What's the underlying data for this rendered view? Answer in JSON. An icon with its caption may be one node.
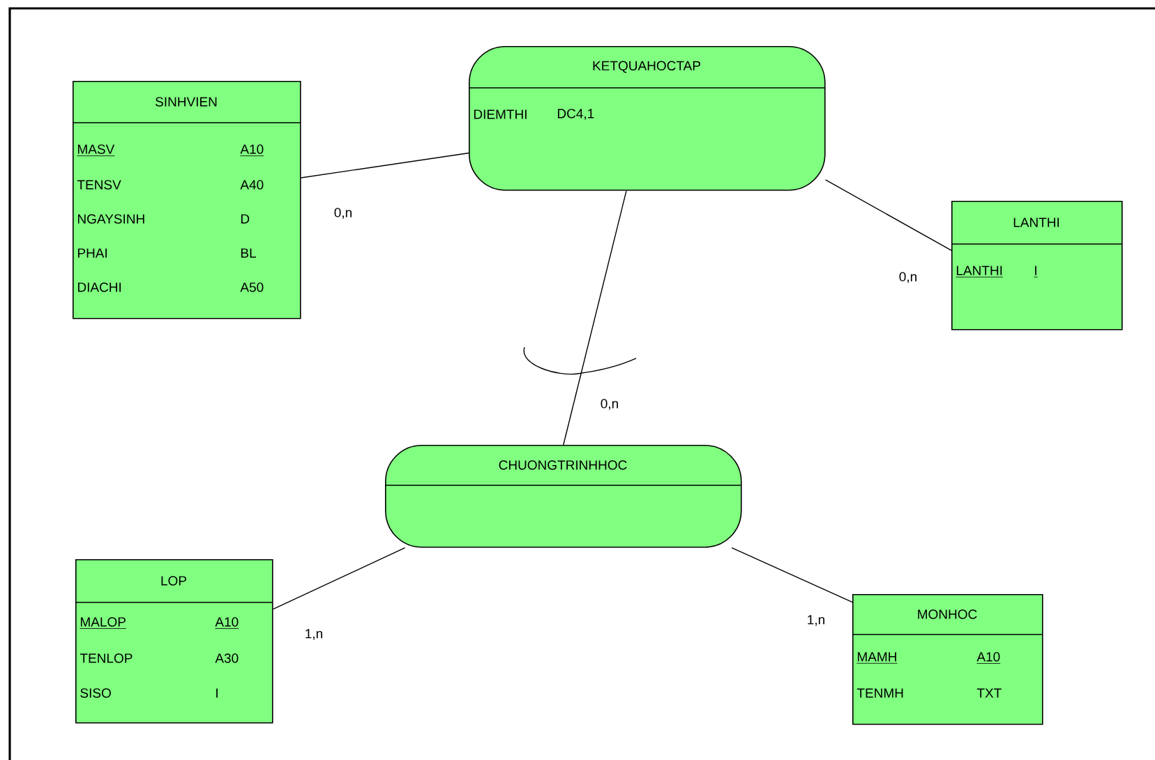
{
  "diagram": {
    "nodes": [
      {
        "text": [
          "KETQUAHOCTAP",
          "DIEMTHI",
          "DC4,1"
        ]
      },
      {
        "text": [
          "SINHVIEN",
          "MASV",
          "A10",
          "TENSV",
          "A40",
          "NGAYSINH",
          "D",
          "PHAI",
          "BL",
          "DIACHI",
          "A50"
        ]
      },
      {
        "text": [
          "LANTHI",
          "LANTHI",
          "I"
        ]
      },
      {
        "text": [
          "CHUONGTRINHHOC"
        ]
      },
      {
        "text": [
          "LOP",
          "MALOP",
          "A10",
          "TENLOP",
          "A30",
          "SISO",
          "I"
        ]
      },
      {
        "text": [
          "MONHOC",
          "MAMH",
          "A10",
          "TENMH",
          "TXT"
        ]
      }
    ],
    "edges": [
      {
        "from": 1,
        "to": 0,
        "arrow": "none",
        "label": "0,n"
      },
      {
        "from": 2,
        "to": 0,
        "arrow": "none",
        "label": "0,n"
      },
      {
        "from": 3,
        "to": 0,
        "arrow": "none",
        "label": "0,n"
      },
      {
        "from": 4,
        "to": 3,
        "arrow": "none",
        "label": "1,n"
      },
      {
        "from": 5,
        "to": 3,
        "arrow": "none",
        "label": "1,n"
      }
    ]
  }
}
